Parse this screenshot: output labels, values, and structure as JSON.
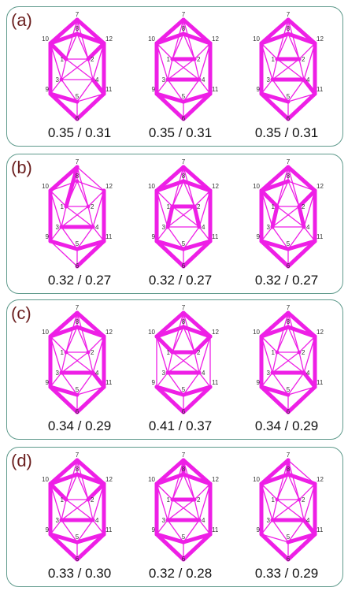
{
  "atom_color": "#ee1fe6",
  "atom_labels": [
    "1",
    "2",
    "3",
    "4",
    "5",
    "6",
    "7",
    "8",
    "9",
    "10",
    "11",
    "12"
  ],
  "panels": [
    {
      "label": "(a)",
      "captions": [
        "0.35 / 0.31",
        "0.35 / 0.31",
        "0.35 / 0.31"
      ]
    },
    {
      "label": "(b)",
      "captions": [
        "0.32 / 0.27",
        "0.32 / 0.27",
        "0.32 / 0.27"
      ]
    },
    {
      "label": "(c)",
      "captions": [
        "0.34 / 0.29",
        "0.41 / 0.37",
        "0.34 / 0.29"
      ]
    },
    {
      "label": "(d)",
      "captions": [
        "0.33 / 0.30",
        "0.32 / 0.28",
        "0.33 / 0.29"
      ]
    }
  ]
}
